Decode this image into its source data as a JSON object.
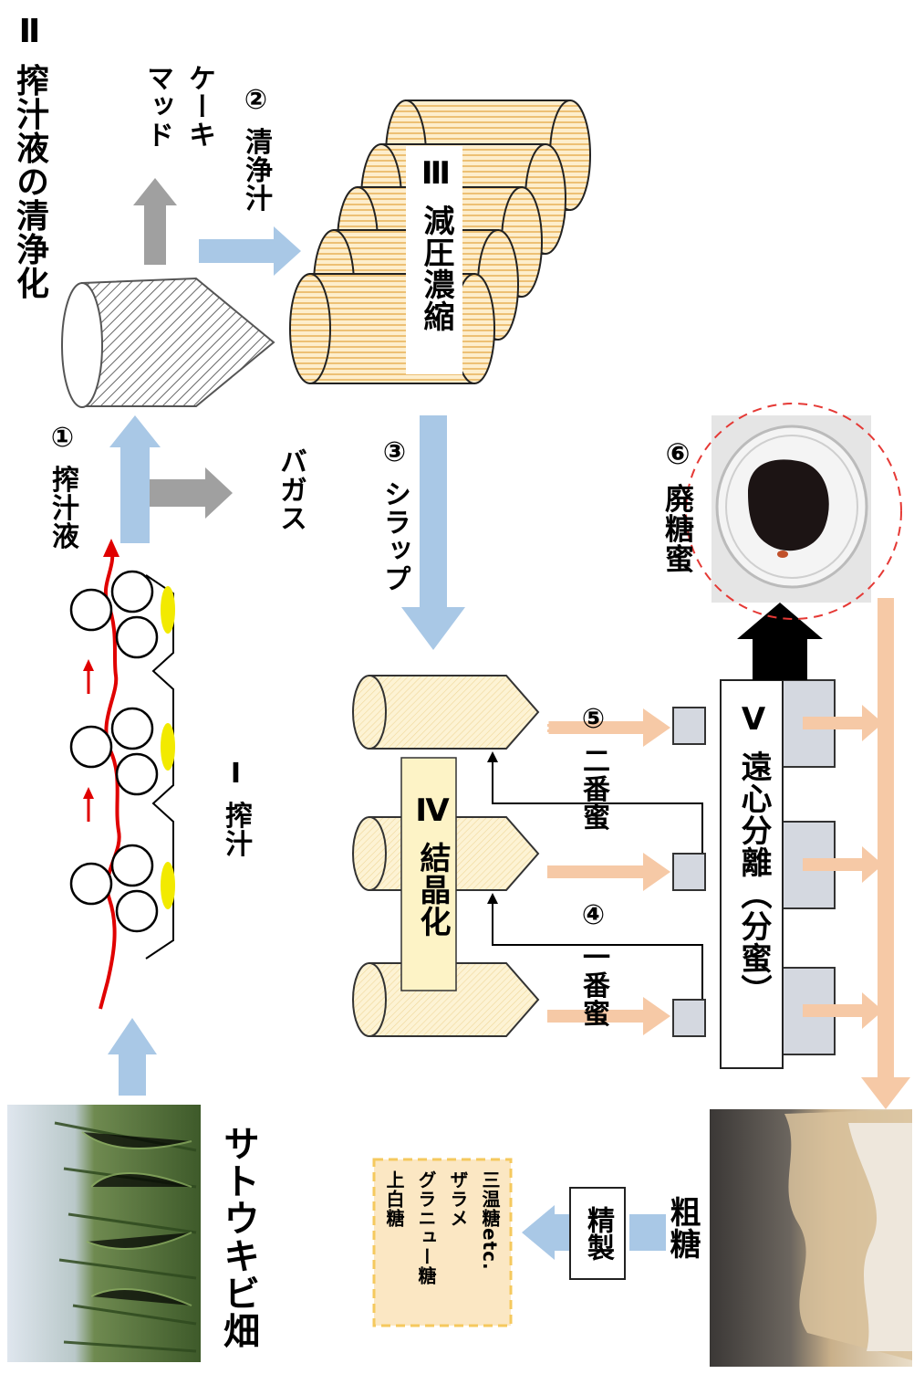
{
  "labels": {
    "field": "サトウキビ畑",
    "step1": "Ⅰ 搾汁",
    "step1_out": "① 搾汁液",
    "bagasse": "バガス",
    "step2_title": "Ⅱ 搾汁液の清浄化",
    "mud_line1": "マッド",
    "mud_line2": "ケーキ",
    "clear_juice": "② 清浄汁",
    "step3": "Ⅲ 減圧濃縮",
    "syrup": "③ シラップ",
    "step4": "Ⅳ 結晶化",
    "molasses1": "④ 一番蜜",
    "molasses2": "⑤ 二番蜜",
    "step5": "Ⅴ 遠心分離（分蜜）",
    "waste_molasses": "⑥ 廃糖蜜",
    "raw_sugar": "粗糖",
    "refining": "精製",
    "products": [
      "上白糖",
      "グラニュー糖",
      "ザラメ",
      "三温糖etc."
    ]
  },
  "colors": {
    "blue_arrow": "#a9c8e6",
    "gray_arrow": "#a0a0a0",
    "orange_arrow": "#f6c9a6",
    "black_arrow": "#000000",
    "red_path": "#e00000",
    "yellow_blob": "#f2ea00",
    "cylinder_fill": "#fbe6bf",
    "cylinder_stripe": "#e9b55e",
    "crystallizer_fill": "#fdf0cc",
    "separator_fill": "#d4d8e0",
    "product_box_fill": "#fbe7c3",
    "product_box_border": "#f5c95e",
    "dashed_circle": "#e53935"
  },
  "icons": [
    "sugarcane-field-photo",
    "waste-molasses-photo",
    "raw-sugar-photo"
  ]
}
